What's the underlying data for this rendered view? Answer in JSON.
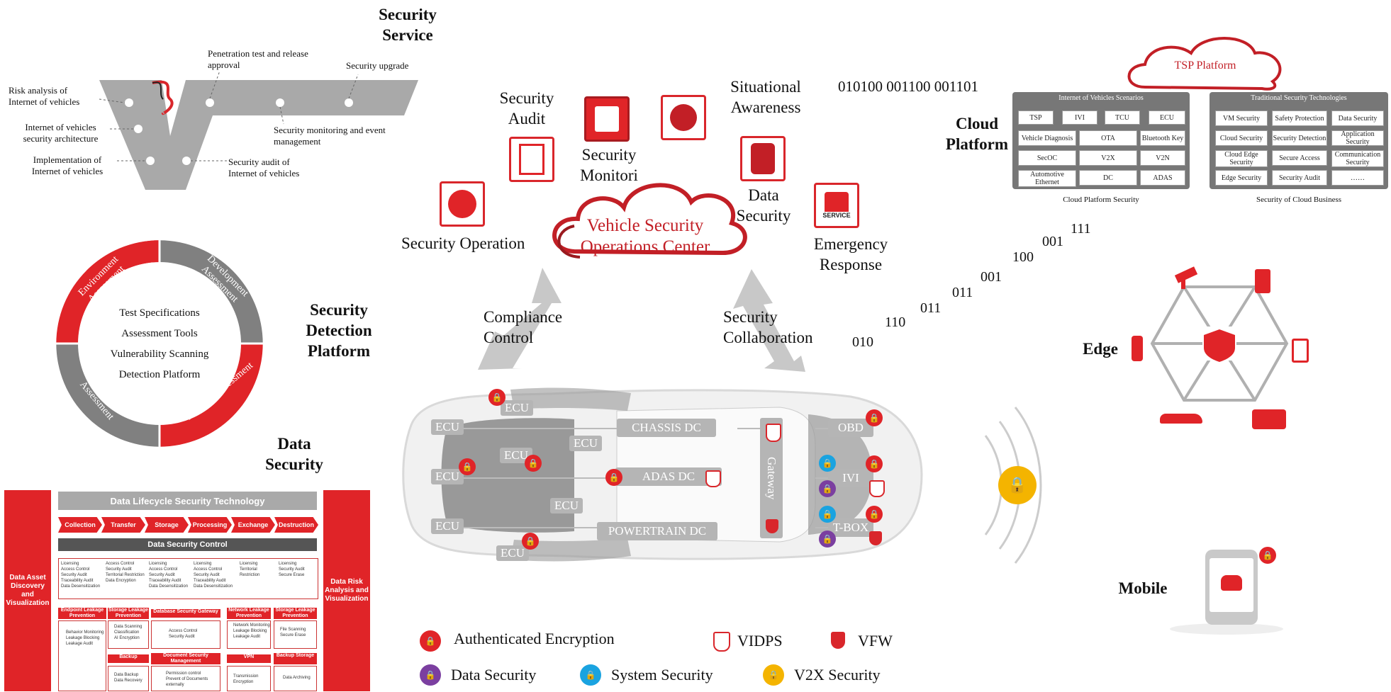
{
  "colors": {
    "accent": "#e02428",
    "grey": "#a9a9a9",
    "purple": "#7b3fa0",
    "blue": "#1aa3e0",
    "yellow": "#f4b400"
  },
  "security_service": {
    "title": "Security Service",
    "labels": {
      "risk": "Risk analysis of Internet of vehicles",
      "arch": "Internet of vehicles security architecture",
      "impl": "Implementation of Internet of vehicles",
      "pentest": "Penetration test and release approval",
      "upgrade": "Security upgrade",
      "monitor": "Security monitoring and event management",
      "audit": "Security audit of Internet of vehicles"
    }
  },
  "detection": {
    "title": "Security Detection Platform",
    "segments": [
      "Environment Assessment",
      "Development Assessment",
      "Business Assessment",
      "Application Assessment"
    ],
    "center": [
      "Test Specifications",
      "Assessment Tools",
      "Vulnerability Scanning",
      "Detection Platform"
    ]
  },
  "data_security": {
    "title": "Data Security",
    "left": "Data Asset Discovery and Visualization",
    "right": "Data Risk Analysis and Visualization",
    "lifecycle": "Data Lifecycle Security Technology",
    "stages": [
      "Collection",
      "Transfer",
      "Storage",
      "Processing",
      "Exchange",
      "Destruction"
    ],
    "control": "Data Security Control",
    "ctrl_cols": [
      [
        "Licensing",
        "Access Control",
        "Security Audit",
        "Traceability Audit",
        "Data Desensitization"
      ],
      [
        "Access Control",
        "Security Audit",
        "Territorial Restriction",
        "Data Encryption"
      ],
      [
        "Licensing",
        "Access Control",
        "Security Audit",
        "Traceability Audit",
        "Data Desensitization"
      ],
      [
        "Licensing",
        "Access Control",
        "Security Audit",
        "Traceability Audit",
        "Data Desensitization"
      ],
      [
        "Licensing",
        "Territorial Restriction"
      ],
      [
        "Licensing",
        "Security Audit",
        "Secure Erase"
      ]
    ],
    "row2": [
      {
        "head": "Endpoint Leakage Prevention",
        "items": [
          "Behavior Monitoring",
          "Leakage Blocking",
          "Leakage Audit"
        ]
      },
      {
        "head": "Storage Leakage Prevention",
        "items": [
          "Data Scanning",
          "Classification",
          "AI Encryption"
        ]
      },
      {
        "head": "Database Security Gateway",
        "items": [
          "Access Control",
          "Security Audit"
        ]
      },
      {
        "head": "Network Leakage Prevention",
        "items": [
          "Network Monitoring",
          "Leakage Blocking",
          "Leakage Audit"
        ]
      },
      {
        "head": "Storage Leakage Prevention",
        "items": [
          "File Scanning",
          "Secure Erase"
        ]
      }
    ],
    "row3": [
      {
        "head": "Backup",
        "items": [
          "Data Backup",
          "Data Recovery"
        ]
      },
      {
        "head": "Document Security Management",
        "items": [
          "Permission control",
          "Prevent of Documents externally"
        ]
      },
      {
        "head": "VPN",
        "items": [
          "Transmission Encryption"
        ]
      },
      {
        "head": "Backup Storage",
        "items": [
          "Data Archiving"
        ]
      }
    ]
  },
  "vsoc": {
    "title_lines": [
      "Vehicle Security",
      "Operations Center"
    ],
    "nodes": {
      "audit": "Security Audit",
      "monitor": "Security Monitori",
      "situational": "Situational Awareness",
      "data": "Data Security",
      "operation": "Security Operation",
      "emergency": "Emergency Response"
    },
    "service_icon_text": "SERVICE",
    "compliance": "Compliance Control",
    "collaboration": "Security Collaboration"
  },
  "binary": {
    "top": "010100 001100 001101",
    "stair": [
      "111",
      "001",
      "100",
      "001",
      "011",
      "011",
      "110",
      "010"
    ]
  },
  "car": {
    "ecu": "ECU",
    "chassis": "CHASSIS DC",
    "adas": "ADAS DC",
    "powertrain": "POWERTRAIN DC",
    "gateway": "Gateway",
    "obd": "OBD",
    "ivi": "IVI",
    "tbox": "T-BOX"
  },
  "cloud": {
    "title": "Cloud Platform",
    "tsp": "TSP Platform",
    "iov": {
      "head": "Internet of Vehicles Scenarios",
      "cells": [
        "TSP",
        "IVI",
        "TCU",
        "ECU",
        "Vehicle Diagnosis",
        "OTA",
        "Bluetooth Key",
        "SecOC",
        "V2X",
        "V2N",
        "Automotive Ethernet",
        "DC",
        "ADAS"
      ],
      "caption": "Cloud Platform Security"
    },
    "trad": {
      "head": "Traditional Security Technologies",
      "cells": [
        "VM Security",
        "Safety Protection",
        "Data Security",
        "Cloud Security",
        "Security Detection",
        "Application Security",
        "Cloud Edge Security",
        "Secure Access",
        "Communication Security",
        "Edge Security",
        "Security Audit",
        "……"
      ],
      "caption": "Security of Cloud Business"
    }
  },
  "edge": {
    "title": "Edge"
  },
  "mobile": {
    "title": "Mobile"
  },
  "legend": {
    "ae": "Authenticated Encryption",
    "vidps": "VIDPS",
    "vfw": "VFW",
    "ds": "Data Security",
    "ss": "System Security",
    "v2x": "V2X Security"
  }
}
